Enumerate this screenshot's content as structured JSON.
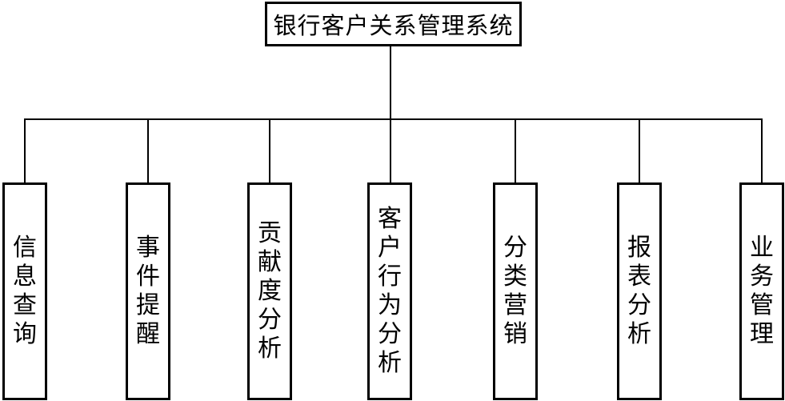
{
  "root": {
    "label": "银行客户关系管理系统"
  },
  "children": [
    {
      "label": "信息查询"
    },
    {
      "label": "事件提醒"
    },
    {
      "label": "贡献度分析"
    },
    {
      "label": "客户行为分析"
    },
    {
      "label": "分类营销"
    },
    {
      "label": "报表分析"
    },
    {
      "label": "业务管理"
    }
  ],
  "colors": {
    "line": "#000000",
    "box_border": "#000000",
    "background": "#ffffff"
  }
}
